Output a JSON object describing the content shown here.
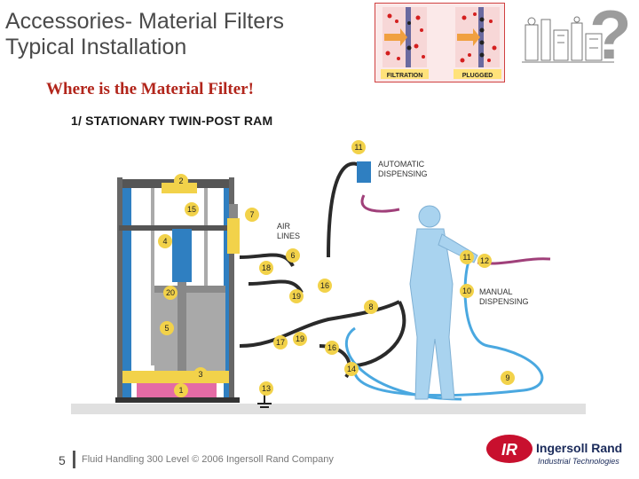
{
  "slide": {
    "title_line1": "Accessories- Material Filters",
    "title_line2": "Typical Installation",
    "subtitle": "Where is the Material Filter!",
    "diagram_heading": "1/ STATIONARY TWIN-POST RAM",
    "page_number": "5",
    "footer": "Fluid Handling 300 Level © 2006 Ingersoll Rand Company",
    "question_mark": "?"
  },
  "inset": {
    "left_label": "FILTRATION",
    "right_label": "PLUGGED"
  },
  "diagram": {
    "labels": {
      "automatic": "AUTOMATIC",
      "dispensing": "DISPENSING",
      "air": "AIR",
      "lines": "LINES",
      "manual": "MANUAL",
      "manual_dispensing": "DISPENSING"
    },
    "callouts": [
      "1",
      "2",
      "3",
      "4",
      "5",
      "6",
      "7",
      "8",
      "9",
      "10",
      "11",
      "12",
      "13",
      "14",
      "15",
      "16",
      "16",
      "17",
      "18",
      "19",
      "19",
      "20",
      "11"
    ]
  },
  "logo": {
    "brand": "Ingersoll Rand",
    "subline": "Industrial Technologies",
    "mark": "IR"
  },
  "colors": {
    "title": "#4a4a4a",
    "subtitle": "#b2261c",
    "pump_blue": "#2f7fc1",
    "hose_blue": "#4aa8e0",
    "person": "#a9d3ef",
    "brand_red": "#c8102e",
    "callout_yellow": "#f2d24a"
  }
}
